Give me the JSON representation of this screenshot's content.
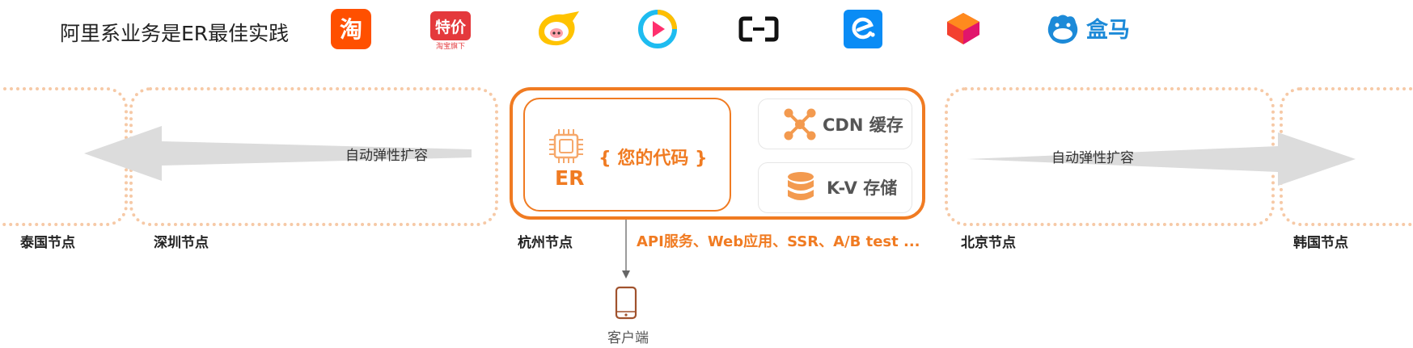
{
  "header": {
    "title": "阿里系业务是ER最佳实践",
    "logos": [
      {
        "name": "taobao-logo",
        "text": "淘",
        "color": "#ff5000"
      },
      {
        "name": "tejia-logo",
        "text": "特价",
        "subtext": "淘宝旗下",
        "color": "#e4393c"
      },
      {
        "name": "fliggy-logo",
        "color": "#ffc300"
      },
      {
        "name": "youku-logo",
        "color": "#1ebcf0"
      },
      {
        "name": "aliyun-logo",
        "color": "#111111"
      },
      {
        "name": "eleme-logo",
        "color": "#0a8cf5"
      },
      {
        "name": "lazada-logo",
        "color": "#f3402f"
      },
      {
        "name": "hema-logo",
        "text": "盒马",
        "color": "#1c8ad8"
      }
    ]
  },
  "nodes": {
    "thailand": "泰国节点",
    "shenzhen": "深圳节点",
    "hangzhou": "杭州节点",
    "beijing": "北京节点",
    "korea": "韩国节点"
  },
  "expansion": {
    "left": "自动弹性扩容",
    "right": "自动弹性扩容"
  },
  "hangzhou_center": {
    "chip_label": "ER",
    "code_label": "{ 您的代码 }",
    "services": [
      {
        "label": "CDN 缓存",
        "icon": "cdn-icon"
      },
      {
        "label": "K-V 存储",
        "icon": "database-icon"
      }
    ],
    "api_label": "API服务、Web应用、SSR、A/B test ...",
    "client_label": "客户端"
  },
  "colors": {
    "accent": "#f07b22",
    "dotted_border": "#f6c9a6",
    "arrow_gray": "#dcdcdc"
  }
}
